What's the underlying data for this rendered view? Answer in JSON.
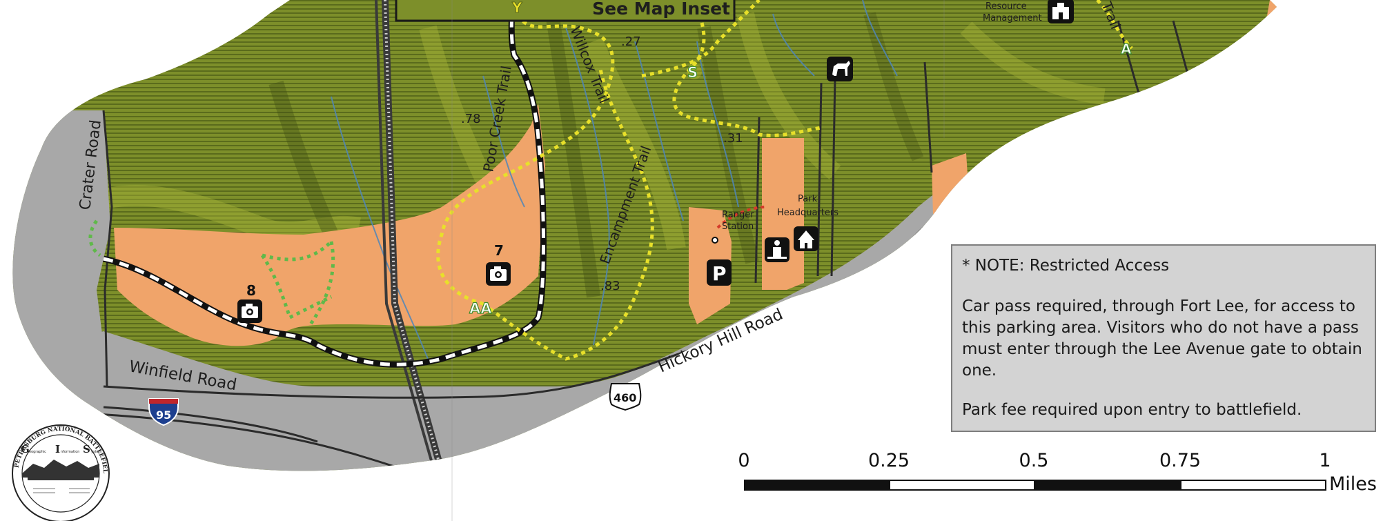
{
  "map": {
    "inset_label": "See Map Inset",
    "roads": {
      "crater": "Crater Road",
      "winfield": "Winfield Road",
      "hickory": "Hickory Hill Road"
    },
    "highways": {
      "interstate": "95",
      "us_route": "460"
    },
    "trails": {
      "poor_creek": "Poor Creek Trail",
      "willcox": "Willcox Trail",
      "encampment": "Encampment Trail",
      "top_right_fragment": "Trail"
    },
    "stops": {
      "seven": "7",
      "eight": "8"
    },
    "trail_markers": {
      "aa": "AA",
      "s": "S",
      "a": "A",
      "y": "Y"
    },
    "distances": {
      "d27": ".27",
      "d78": ".78",
      "d31": ".31",
      "d83": ".83"
    },
    "places": {
      "resource_line1": "Resource",
      "resource_line2": "Management",
      "ranger_line1": "Ranger",
      "ranger_line2": "Station",
      "park_line1": "Park",
      "park_line2": "Headquarters"
    },
    "colors": {
      "terrain": "#7d8f2a",
      "terrain_dark": "#4f5e18",
      "terrain_light": "#a7b437",
      "developed": "#f0a46a",
      "urban": "#a8a8a8",
      "trail_yellow": "#e8e02a",
      "trail_green": "#5fb94a",
      "stream": "#4f86b8"
    }
  },
  "note": {
    "title": "* NOTE: Restricted Access",
    "body": "Car pass required, through Fort Lee, for access to this parking area. Visitors who do not have a pass must enter through the Lee Avenue gate to obtain one.",
    "fee": "Park fee required upon entry to battlefield."
  },
  "scale": {
    "ticks": [
      "0",
      "0.25",
      "0.5",
      "0.75",
      "1"
    ],
    "units": "Miles"
  },
  "seal": {
    "top_text": "PETERSBURG NATIONAL BATTLEFIELD",
    "letter_g": "G",
    "letter_i": "I",
    "letter_s": "S",
    "word_g": "eographic",
    "word_i": "nformation",
    "word_s": "ystem"
  }
}
